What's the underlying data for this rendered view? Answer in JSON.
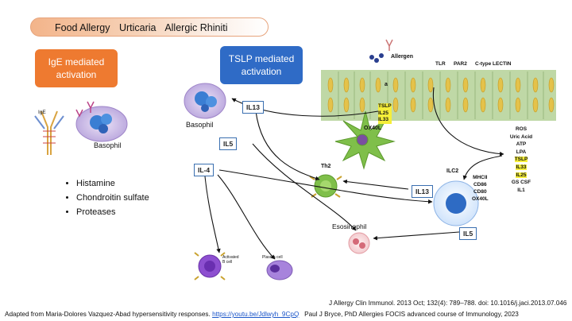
{
  "banner": {
    "items": [
      "Food Allergy",
      "Urticaria",
      "Allergic Rhiniti"
    ]
  },
  "ige_box": "IgE mediated activation",
  "tslp_box": "TSLP mediated activation",
  "left_panel": {
    "ige_label": "IgE",
    "basophil_label": "Basophil",
    "bullets": [
      "Histamine",
      "Chondroitin sulfate",
      "Proteases"
    ]
  },
  "tissue": {
    "allergen": "Allergen",
    "tlr": "TLR",
    "par2": "PAR2",
    "lectin": "C-type LECTIN",
    "fragment": "a"
  },
  "cells": {
    "basophil": "Basophil",
    "ox40l": "OX40L",
    "th2": "Th2",
    "ilc2": "ILC2",
    "eosinophil": "Esosinophil",
    "activated_b": "Activated B cell",
    "plasma": "Plasma cell"
  },
  "epithelial_cytokines": [
    "TSLP",
    "IL25",
    "IL33"
  ],
  "mediators": {
    "plain_top": [
      "ROS",
      "Uric Acid",
      "ATP",
      "LPA"
    ],
    "highlighted": [
      "TSLP",
      "IL33",
      "IL25"
    ],
    "plain_bottom": [
      "GS CSF",
      "IL1"
    ]
  },
  "ilc2_markers": [
    "MHCII",
    "CD86",
    "CD80",
    "OX40L"
  ],
  "box_labels": {
    "il13_top": "IL13",
    "il5_left": "IL5",
    "il4": "IL-4",
    "il13_right": "IL13",
    "il5_right": "IL5"
  },
  "citation": "J Allergy Clin Immunol. 2013 Oct; 132(4): 789–788. doi: 10.1016/j.jaci.2013.07.046",
  "footer": {
    "prefix": "Adapted from Maria-Dolores Vazquez-Abad hypersensitivity responses.",
    "link": "https://youtu.be/Jdlwyh_9CpQ",
    "suffix": "Paul J Bryce, PhD Allergies FOCIS advanced course of Immunology, 2023"
  },
  "colors": {
    "orange": "#ee7a30",
    "blue": "#2f6bc6",
    "tissue": "#bfd8a6",
    "highlight": "#f5ee3a"
  }
}
